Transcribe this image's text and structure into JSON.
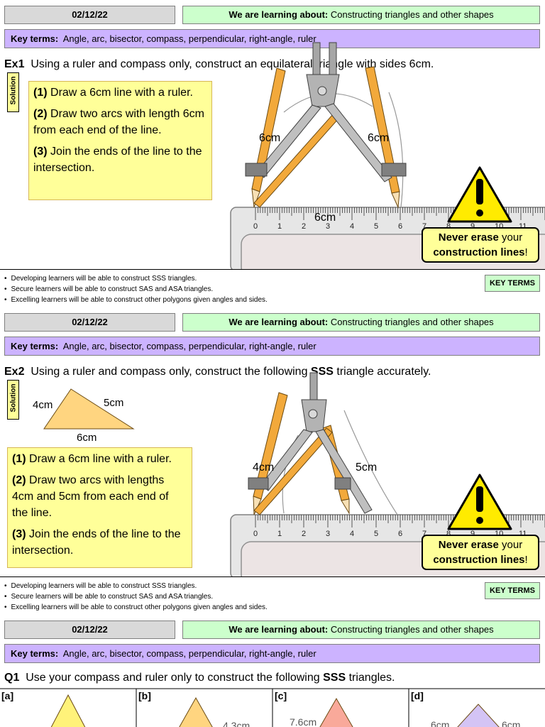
{
  "header": {
    "date": "02/12/22",
    "learning_prefix": "We are learning about:",
    "learning_topic": "Constructing triangles and other shapes",
    "key_prefix": "Key terms:",
    "key_terms": "Angle, arc, bisector, compass, perpendicular, right-angle, ruler"
  },
  "footer": {
    "bullets": [
      "Developing learners will be able to construct SSS triangles.",
      "Secure learners will be able to construct SAS and ASA triangles.",
      "Excelling learners will be able to construct other polygons given angles and sides."
    ],
    "key_terms_button": "KEY TERMS"
  },
  "solution_tag": "Solution",
  "warning": {
    "bold": "Never erase",
    "rest1": " your",
    "line2": "construction lines",
    "excl": "!"
  },
  "ruler_numbers": [
    "0",
    "1",
    "2",
    "3",
    "4",
    "5",
    "6",
    "7",
    "8",
    "9",
    "10",
    "11"
  ],
  "ex1": {
    "label": "Ex1",
    "text": "Using a ruler and compass only, construct an equilateral triangle with sides 6cm.",
    "steps": [
      {
        "num": "(1)",
        "text": " Draw a 6cm line with a ruler."
      },
      {
        "num": "(2)",
        "text": " Draw two arcs with length 6cm from each end of the line."
      },
      {
        "num": "(3)",
        "text": " Join the ends of the line to the intersection."
      }
    ],
    "labels": {
      "left": "6cm",
      "right": "6cm",
      "base": "6cm"
    }
  },
  "ex2": {
    "label": "Ex2",
    "text_before": "Using a ruler and compass only, construct the following ",
    "text_bold": "SSS",
    "text_after": " triangle accurately.",
    "triangle": {
      "left": "4cm",
      "right": "5cm",
      "base": "6cm"
    },
    "steps": [
      {
        "num": "(1)",
        "text": " Draw a 6cm line with a ruler."
      },
      {
        "num": "(2)",
        "text": " Draw two arcs with lengths 4cm and 5cm from each end of the line."
      },
      {
        "num": "(3)",
        "text": " Join the ends of the line to the intersection."
      }
    ],
    "labels": {
      "left": "4cm",
      "right": "5cm"
    }
  },
  "q1": {
    "label": "Q1",
    "text_before": "Use your compass and ruler only to construct the following ",
    "text_bold": "SSS",
    "text_after": " triangles.",
    "parts": [
      {
        "label": "[a]",
        "side": "",
        "side2": ""
      },
      {
        "label": "[b]",
        "side": "4.3cm",
        "side2": ""
      },
      {
        "label": "[c]",
        "side": "7.6cm",
        "side2": ""
      },
      {
        "label": "[d]",
        "side": "6cm",
        "side2": "6cm"
      }
    ]
  },
  "colors": {
    "pencil": "#f2a93b",
    "triangle_fill": "#ffd580",
    "warning_yellow": "#ffeb00",
    "compass_grey": "#a6a6a6"
  }
}
